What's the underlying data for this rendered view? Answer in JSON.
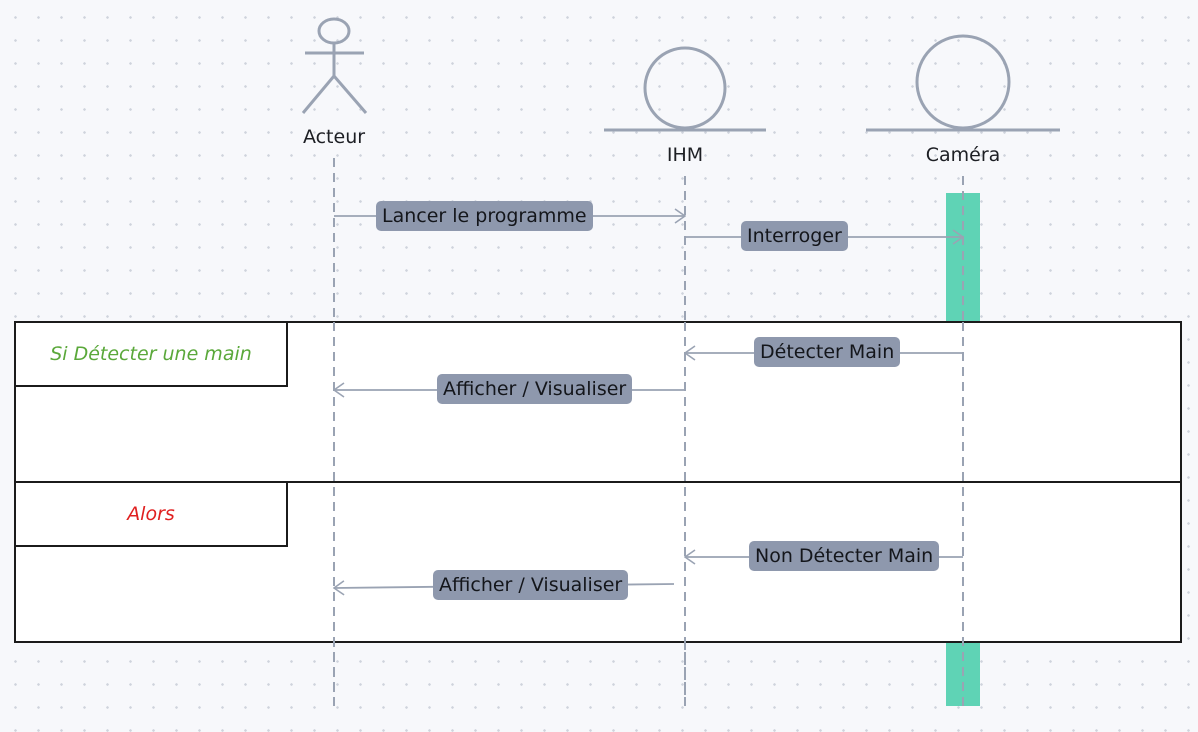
{
  "participants": {
    "actor": {
      "label": "Acteur"
    },
    "ihm": {
      "label": "IHM"
    },
    "camera": {
      "label": "Caméra"
    }
  },
  "messages": [
    {
      "label": "Lancer le programme",
      "from": "Acteur",
      "to": "IHM"
    },
    {
      "label": "Interroger",
      "from": "IHM",
      "to": "Caméra"
    },
    {
      "label": "Détecter Main",
      "from": "Caméra",
      "to": "IHM"
    },
    {
      "label": "Afficher / Visualiser",
      "from": "IHM",
      "to": "Acteur"
    },
    {
      "label": "Non Détecter Main",
      "from": "Caméra",
      "to": "IHM"
    },
    {
      "label": "Afficher / Visualiser",
      "from": "IHM",
      "to": "Acteur"
    }
  ],
  "fragments": [
    {
      "label": "Si Détecter une main",
      "color": "#5aa83a"
    },
    {
      "label": "Alors",
      "color": "#e02020"
    }
  ],
  "colors": {
    "lifeline": "#9aa3b3",
    "message_label_bg": "#8e98ad",
    "activation": "#5fd3b5",
    "frame": "#1b1b1b"
  }
}
